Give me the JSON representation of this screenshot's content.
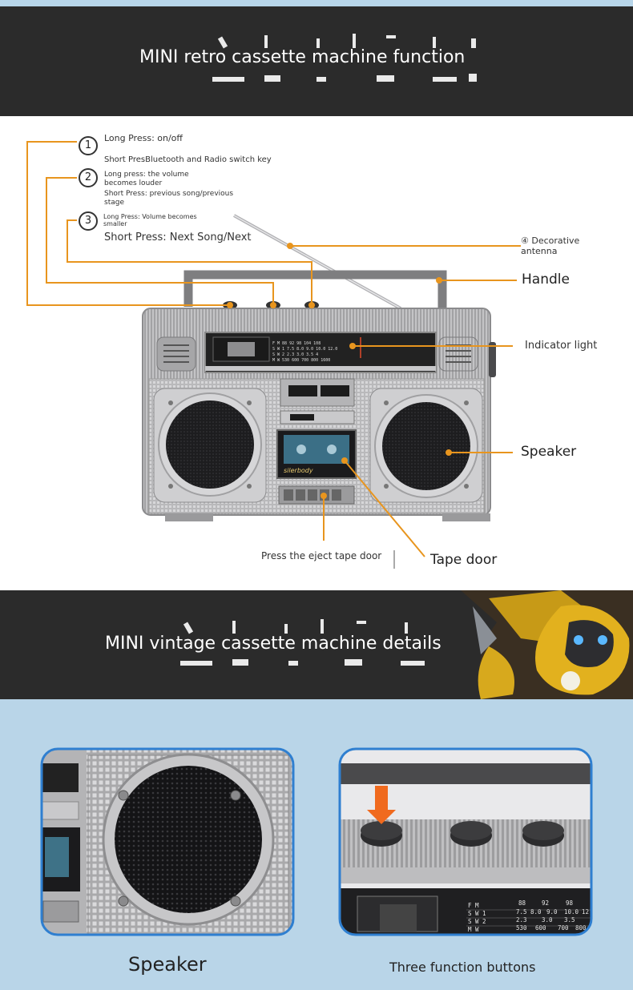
{
  "banner1": {
    "title": "MINI retro cassette machine function"
  },
  "callouts": {
    "n1": "1",
    "n2": "2",
    "n3": "3",
    "c1_long": "Long Press: on/off",
    "c1_short": "Short PresBluetooth and Radio switch key",
    "c2_long_a": "Long press: the volume",
    "c2_long_b": "becomes louder",
    "c2_short_a": "Short Press: previous song/previous",
    "c2_short_b": "stage",
    "c3_long_a": "Long Press: Volume becomes",
    "c3_long_b": "smaller",
    "c3_short": "Short Press: Next Song/Next",
    "antenna_a": "④ Decorative",
    "antenna_b": "antenna",
    "handle": "Handle",
    "indicator": "Indicator light",
    "speaker": "Speaker",
    "eject": "Press the eject tape door",
    "tape_door": "Tape door"
  },
  "radio": {
    "brand": "silerbody",
    "dial_row1": "F  M     88    92    98   104  108",
    "dial_row2": "S W 1  7.5  8.0  9.0  10.0  12.0",
    "dial_row3": "S W 2  2.3  3.0  3.5   4",
    "dial_row4": "M  W   530  600  700  800  1600"
  },
  "banner2": {
    "title": "MINI vintage cassette machine details"
  },
  "details": {
    "left_caption": "Speaker",
    "right_caption": "Three function buttons",
    "dial": {
      "r1": [
        "F  M",
        "88",
        "92",
        "98"
      ],
      "r2": [
        "S W 1",
        "7.5",
        "8.0",
        "9.0",
        "10.0",
        "12"
      ],
      "r3": [
        "S W 2",
        "2.3",
        "3.0",
        "3.5"
      ],
      "r4": [
        "M  W",
        "530",
        "600",
        "700",
        "800"
      ]
    }
  },
  "colors": {
    "banner": "#2b2b2b",
    "accent_orange": "#e8951e",
    "sky": "#b9d5e8",
    "panel_border": "#2f7fd0",
    "arrow": "#f06a1e"
  }
}
